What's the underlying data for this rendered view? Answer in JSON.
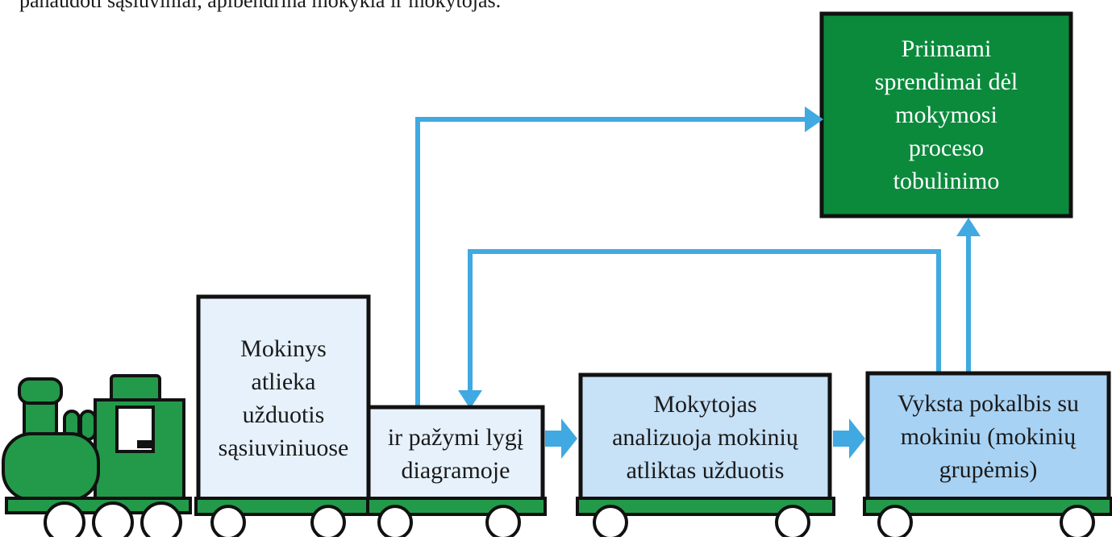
{
  "intro_text": "panaudoti sąsiuviniai, apibendrina mokykla ir mokytojas.",
  "boxes": {
    "decision": "Priimami\nsprendimai dėl\nmokymosi\nproceso\ntobulinimo",
    "car1": "Mokinys\natlieka\nužduotis\nsąsiuviniuose",
    "car2": "ir pažymi lygį\ndiagramoje",
    "car3": "Mokytojas\nanalizuoja mokinių\natliktas užduotis",
    "car4": "Vyksta pokalbis su\nmokiniu (mokinių\ngrupėmis)"
  },
  "colors": {
    "arrow": "#41a9e1",
    "green": "#0b8a3c",
    "box_light": "#e6f1fb",
    "box_mid": "#c7e1f7",
    "box_dark": "#a8d2f3",
    "outline": "#111111"
  }
}
